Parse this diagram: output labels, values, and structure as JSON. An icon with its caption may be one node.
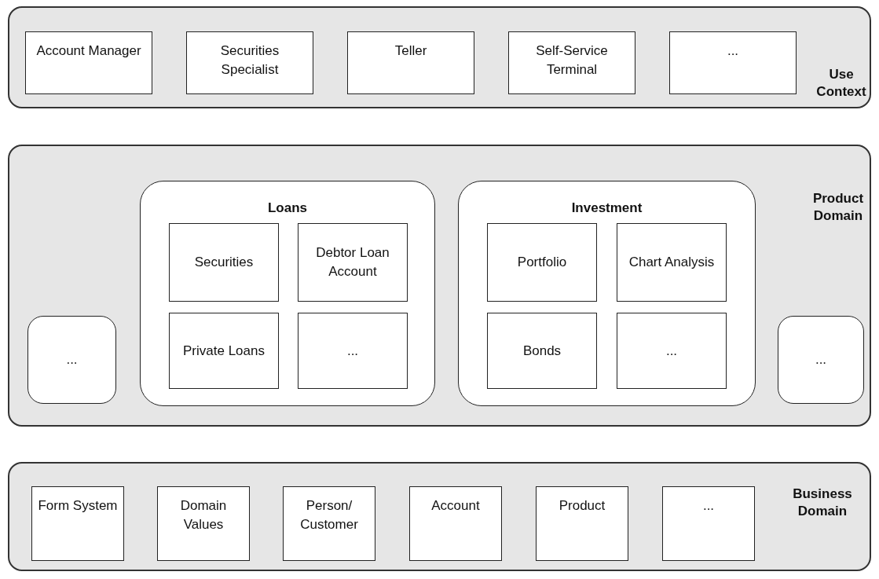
{
  "diagram": {
    "nodes": [
      {
        "text": [
          "Use Context"
        ]
      },
      {
        "text": [
          "Account Manager"
        ],
        "in": 0
      },
      {
        "text": [
          "Securities Specialist"
        ],
        "in": 0
      },
      {
        "text": [
          "Teller"
        ],
        "in": 0
      },
      {
        "text": [
          "Self-Service Terminal"
        ],
        "in": 0
      },
      {
        "text": [
          "..."
        ],
        "in": 0
      },
      {
        "text": [
          "Product Domain"
        ]
      },
      {
        "text": [
          "..."
        ],
        "in": 6
      },
      {
        "text": [
          "Loans"
        ],
        "in": 6
      },
      {
        "text": [
          "Securities"
        ],
        "in": 8
      },
      {
        "text": [
          "Debtor Loan Account"
        ],
        "in": 8
      },
      {
        "text": [
          "Private Loans"
        ],
        "in": 8
      },
      {
        "text": [
          "..."
        ],
        "in": 8
      },
      {
        "text": [
          "Investment"
        ],
        "in": 6
      },
      {
        "text": [
          "Portfolio"
        ],
        "in": 13
      },
      {
        "text": [
          "Chart Analysis"
        ],
        "in": 13
      },
      {
        "text": [
          "Bonds"
        ],
        "in": 13
      },
      {
        "text": [
          "..."
        ],
        "in": 13
      },
      {
        "text": [
          "..."
        ],
        "in": 6
      },
      {
        "text": [
          "Business Domain"
        ]
      },
      {
        "text": [
          "Form System"
        ],
        "in": 19
      },
      {
        "text": [
          "Domain Values"
        ],
        "in": 19
      },
      {
        "text": [
          "Person/ Customer"
        ],
        "in": 19
      },
      {
        "text": [
          "Account"
        ],
        "in": 19
      },
      {
        "text": [
          "Product"
        ],
        "in": 19
      },
      {
        "text": [
          "..."
        ],
        "in": 19
      }
    ]
  }
}
